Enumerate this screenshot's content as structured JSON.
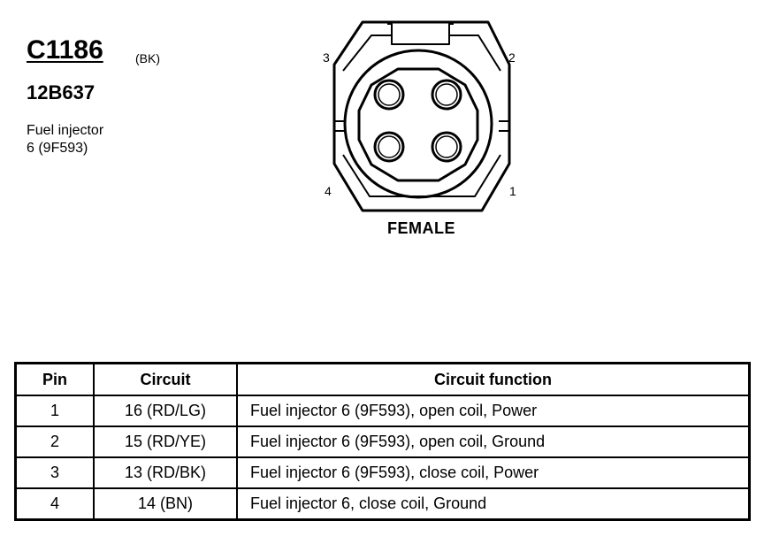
{
  "connector": {
    "id": "C1186",
    "color": "(BK)",
    "part_number": "12B637",
    "component_line1": "Fuel injector",
    "component_line2": "6 (9F593)"
  },
  "diagram": {
    "pin_labels": {
      "p1": "1",
      "p2": "2",
      "p3": "3",
      "p4": "4"
    },
    "gender": "FEMALE"
  },
  "table": {
    "headers": {
      "pin": "Pin",
      "circuit": "Circuit",
      "function": "Circuit function"
    },
    "rows": [
      {
        "pin": "1",
        "circuit": "16 (RD/LG)",
        "function": "Fuel injector 6 (9F593), open coil, Power"
      },
      {
        "pin": "2",
        "circuit": "15 (RD/YE)",
        "function": "Fuel injector 6 (9F593), open coil, Ground"
      },
      {
        "pin": "3",
        "circuit": "13 (RD/BK)",
        "function": "Fuel injector 6 (9F593), close coil, Power"
      },
      {
        "pin": "4",
        "circuit": "14 (BN)",
        "function": "Fuel injector 6, close coil, Ground"
      }
    ]
  }
}
